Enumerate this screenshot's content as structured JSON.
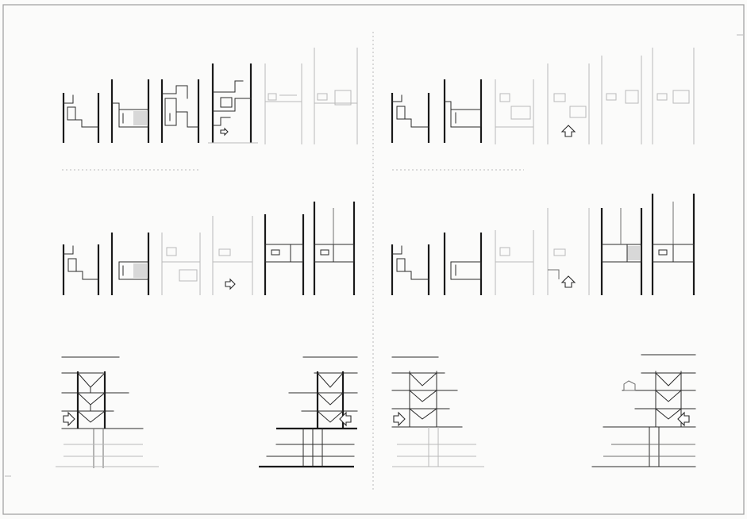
{
  "sheet": {
    "colors": {
      "paper": "#fbfbfa",
      "ink": "#2b2b2b",
      "faint_ink": "#b9b9b9"
    },
    "panels": [
      "plan-panel-top-left",
      "plan-panel-top-right",
      "plan-panel-middle-left",
      "plan-panel-middle-right",
      "section-panel-bottom-left",
      "section-panel-bottom-right"
    ]
  }
}
